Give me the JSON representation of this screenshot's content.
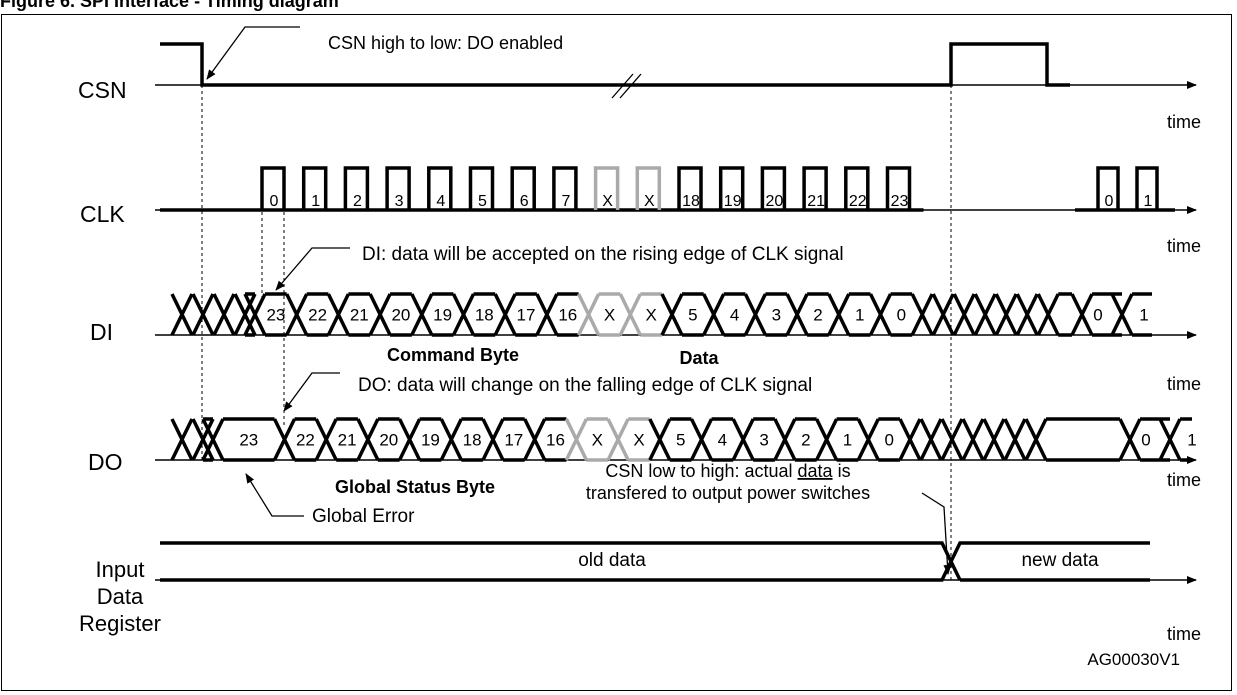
{
  "heading": "Figure 6. SPI Interface - Timing diagram",
  "signals": {
    "csn": "CSN",
    "clk": "CLK",
    "di": "DI",
    "do": "DO",
    "reg_line1": "Input",
    "reg_line2": "Data",
    "reg_line3": "Register"
  },
  "time_label": "time",
  "annotations": {
    "csn_fall": "CSN high to low: DO enabled",
    "di_note": "DI: data will be accepted on the rising edge of CLK signal",
    "do_note": "DO: data will change on the falling edge of CLK signal",
    "command_byte": "Command Byte",
    "data": "Data",
    "global_status_byte": "Global Status Byte",
    "global_error": "Global Error",
    "csn_rise_line1_a": "CSN low to high: actual ",
    "csn_rise_line1_b": "data",
    "csn_rise_line1_c": " is",
    "csn_rise_line2": "transfered to output power switches",
    "old_data": "old data",
    "new_data": "new data",
    "code": "AG00030V1"
  },
  "clk_pulses": [
    {
      "label": "0",
      "gray": false
    },
    {
      "label": "1",
      "gray": false
    },
    {
      "label": "2",
      "gray": false
    },
    {
      "label": "3",
      "gray": false
    },
    {
      "label": "4",
      "gray": false
    },
    {
      "label": "5",
      "gray": false
    },
    {
      "label": "6",
      "gray": false
    },
    {
      "label": "7",
      "gray": false
    },
    {
      "label": "X",
      "gray": true
    },
    {
      "label": "X",
      "gray": true
    },
    {
      "label": "18",
      "gray": false
    },
    {
      "label": "19",
      "gray": false
    },
    {
      "label": "20",
      "gray": false
    },
    {
      "label": "21",
      "gray": false
    },
    {
      "label": "22",
      "gray": false
    },
    {
      "label": "23",
      "gray": false
    }
  ],
  "clk_tail_pulses": [
    {
      "label": "0"
    },
    {
      "label": "1"
    }
  ],
  "di_cells": [
    {
      "label": "23",
      "gray": false
    },
    {
      "label": "22",
      "gray": false
    },
    {
      "label": "21",
      "gray": false
    },
    {
      "label": "20",
      "gray": false
    },
    {
      "label": "19",
      "gray": false
    },
    {
      "label": "18",
      "gray": false
    },
    {
      "label": "17",
      "gray": false
    },
    {
      "label": "16",
      "gray": false
    },
    {
      "label": "X",
      "gray": true
    },
    {
      "label": "X",
      "gray": true
    },
    {
      "label": "5",
      "gray": false
    },
    {
      "label": "4",
      "gray": false
    },
    {
      "label": "3",
      "gray": false
    },
    {
      "label": "2",
      "gray": false
    },
    {
      "label": "1",
      "gray": false
    },
    {
      "label": "0",
      "gray": false
    }
  ],
  "di_tail_cells": [
    {
      "label": "0"
    },
    {
      "label": "1"
    }
  ],
  "do_cells": [
    {
      "label": "23",
      "gray": false
    },
    {
      "label": "22",
      "gray": false
    },
    {
      "label": "21",
      "gray": false
    },
    {
      "label": "20",
      "gray": false
    },
    {
      "label": "19",
      "gray": false
    },
    {
      "label": "18",
      "gray": false
    },
    {
      "label": "17",
      "gray": false
    },
    {
      "label": "16",
      "gray": false
    },
    {
      "label": "X",
      "gray": true
    },
    {
      "label": "X",
      "gray": true
    },
    {
      "label": "5",
      "gray": false
    },
    {
      "label": "4",
      "gray": false
    },
    {
      "label": "3",
      "gray": false
    },
    {
      "label": "2",
      "gray": false
    },
    {
      "label": "1",
      "gray": false
    },
    {
      "label": "0",
      "gray": false
    }
  ],
  "do_tail_cells": [
    {
      "label": "0"
    },
    {
      "label": "1"
    }
  ]
}
